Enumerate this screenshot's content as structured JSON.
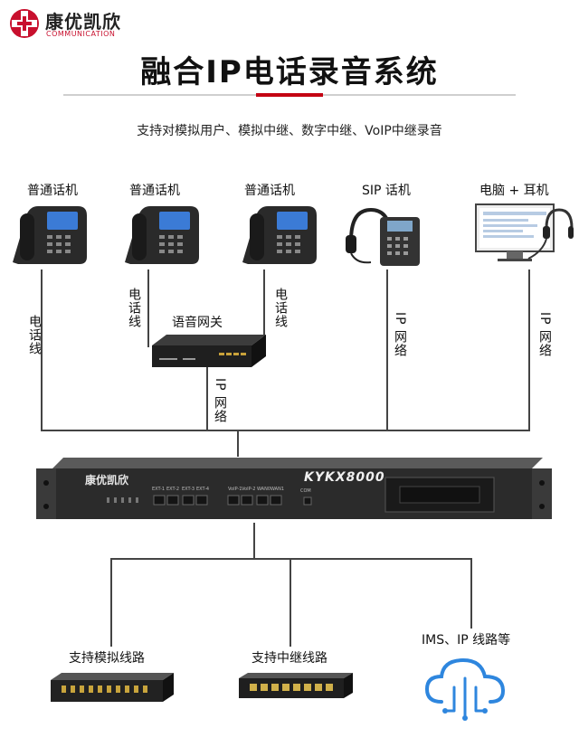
{
  "brand": {
    "name": "康优凯欣",
    "sub": "COMMUNICATION",
    "color": "#c8102e"
  },
  "title": "融合IP电话录音系统",
  "subtitle": "支持对模拟用户、模拟中继、数字中继、VoIP中继录音",
  "devices": {
    "phone1": "普通话机",
    "phone2": "普通话机",
    "phone3": "普通话机",
    "sip": "SIP 话机",
    "pc": "电脑 + 耳机"
  },
  "links": {
    "phone1_link": "电话线",
    "phone2_link": "电话线",
    "phone3_link": "电话线",
    "gateway": "语音网关",
    "gateway_link": "IP 网络",
    "sip_link": "IP 网络",
    "pc_link": "IP 网络"
  },
  "recorder": {
    "brand": "康优凯欣",
    "model": "KYKX8000",
    "ports": [
      "EXT-1",
      "EXT-2",
      "EXT-3",
      "EXT-4",
      "VoIP-1",
      "VoIP-2",
      "WAN0",
      "WAN1"
    ],
    "com": "COM"
  },
  "bottom": {
    "analog": "支持模拟线路",
    "trunk": "支持中继线路",
    "ims": "IMS、IP 线路等"
  }
}
